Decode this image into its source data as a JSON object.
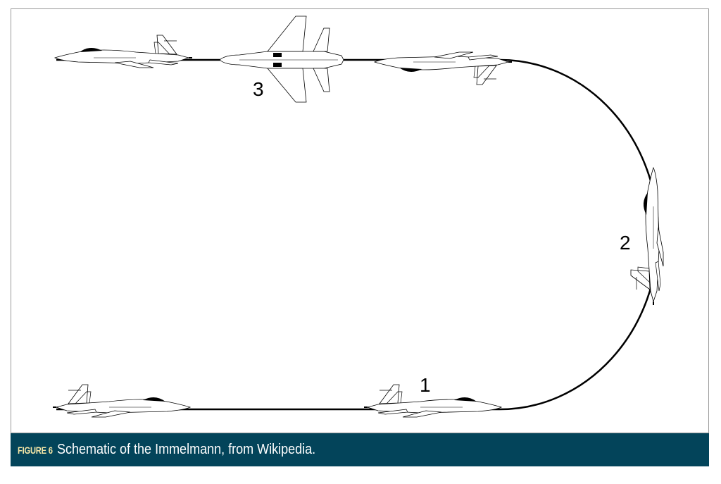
{
  "figure": {
    "label": "FIGURE 6",
    "caption": "Schematic of the Immelmann, from Wikipedia.",
    "caption_bg": "#03445a",
    "label_color": "#f4e6a6"
  },
  "diagram": {
    "title": "Immelmann turn",
    "positions": [
      "1",
      "2",
      "3"
    ]
  }
}
